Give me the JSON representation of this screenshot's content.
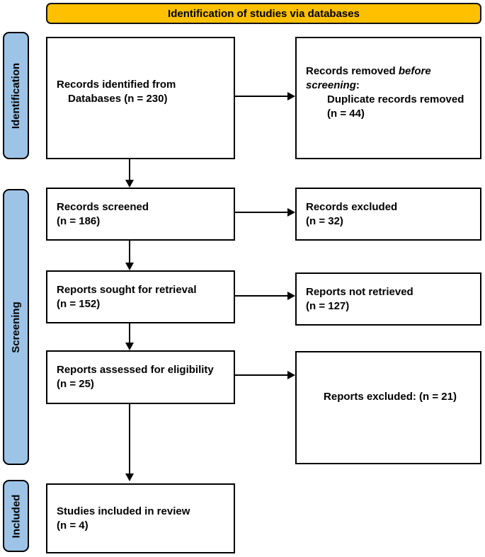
{
  "header": {
    "title": "Identification of studies via databases"
  },
  "colors": {
    "header_bg": "#FFC000",
    "stage_bg": "#9DC3E6",
    "box_border": "#000000",
    "text": "#000000"
  },
  "stages": {
    "identification": "Identification",
    "screening": "Screening",
    "included": "Included"
  },
  "boxes": {
    "identified": {
      "line1": "Records identified from",
      "line2": "Databases (n = 230)"
    },
    "removed": {
      "line1_prefix": "Records removed ",
      "line1_italic": "before screening",
      "line1_suffix": ":",
      "line2": "Duplicate records removed",
      "line3": "(n = 44)"
    },
    "screened": {
      "line1": "Records screened",
      "line2": "(n = 186)"
    },
    "excluded": {
      "line1": "Records excluded",
      "line2": "(n = 32)"
    },
    "sought": {
      "line1": "Reports sought for retrieval",
      "line2": "(n = 152)"
    },
    "not_retrieved": {
      "line1": "Reports not retrieved",
      "line2": "(n = 127)"
    },
    "assessed": {
      "line1": "Reports assessed for eligibility",
      "line2": "(n = 25)"
    },
    "reports_excluded": {
      "line1": "Reports excluded: (n = 21)"
    },
    "included_review": {
      "line1": "Studies included in review",
      "line2": "(n = 4)"
    }
  }
}
